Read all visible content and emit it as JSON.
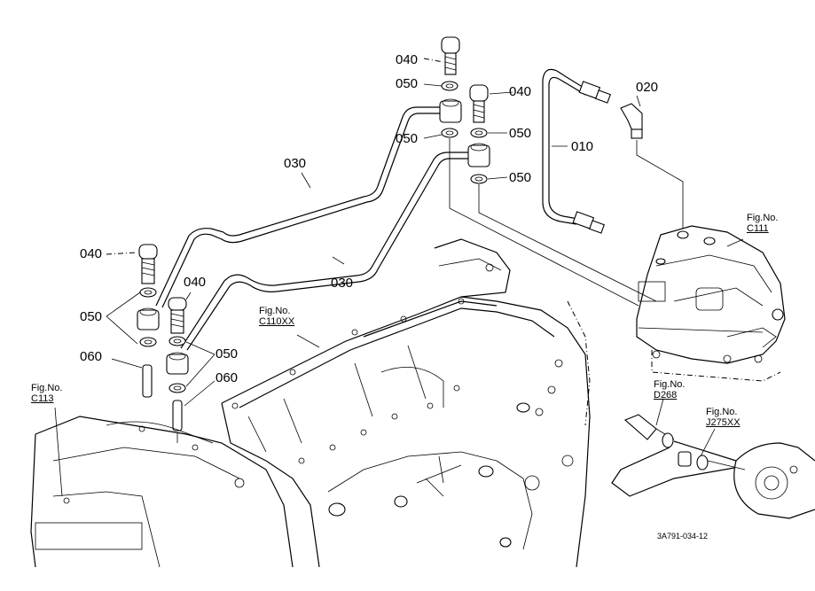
{
  "callouts": [
    {
      "id": "c040a",
      "text": "040"
    },
    {
      "id": "c050a",
      "text": "050"
    },
    {
      "id": "c040b",
      "text": "040"
    },
    {
      "id": "c050b",
      "text": "050"
    },
    {
      "id": "c050c",
      "text": "050"
    },
    {
      "id": "c050d",
      "text": "050"
    },
    {
      "id": "c020",
      "text": "020"
    },
    {
      "id": "c010",
      "text": "010"
    },
    {
      "id": "c030a",
      "text": "030"
    },
    {
      "id": "c030b",
      "text": "030"
    },
    {
      "id": "c040c",
      "text": "040"
    },
    {
      "id": "c040d",
      "text": "040"
    },
    {
      "id": "c050e",
      "text": "050"
    },
    {
      "id": "c050f",
      "text": "050"
    },
    {
      "id": "c060a",
      "text": "060"
    },
    {
      "id": "c060b",
      "text": "060"
    }
  ],
  "figure_refs": [
    {
      "id": "f111",
      "label": "Fig.No.",
      "ref": "C111"
    },
    {
      "id": "f110",
      "label": "Fig.No.",
      "ref": "C110XX"
    },
    {
      "id": "f113",
      "label": "Fig.No.",
      "ref": "C113"
    },
    {
      "id": "f268",
      "label": "Fig.No.",
      "ref": "D268"
    },
    {
      "id": "f275",
      "label": "Fig.No.",
      "ref": "J275XX"
    }
  ],
  "drawing_code": "3A791-034-12"
}
